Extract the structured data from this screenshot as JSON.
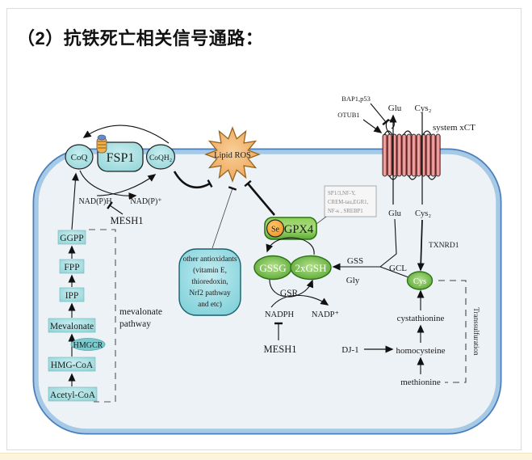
{
  "title": "（2）抗铁死亡相关信号通路：",
  "colors": {
    "membrane_band": "#a6c9e6",
    "membrane_edge": "#4a7fbe",
    "cell_fill": "#edf2f6",
    "teal_node": "#8fd2d5",
    "green_node": "#5aab33",
    "orange_se": "#f2992e",
    "star_orange": "#f3a95e",
    "transporter_red": "#e87070",
    "strip_cream": "#fcf4dd"
  },
  "membrane_system": {
    "coq": "CoQ",
    "fsp1": "FSP1",
    "coqh2": "CoQH₂",
    "lipid_ros": "Lipid ROS",
    "nadph": "NAD(P)H",
    "nadp_plus": "NAD(P)⁺",
    "mesh1": "MESH1"
  },
  "xct": {
    "bap1_p53": "BAP1,p53",
    "otub1": "OTUB1",
    "glu_out": "Glu",
    "cys2_out": "Cys₂",
    "system_xct": "system xCT",
    "glu_in": "Glu",
    "cys2_in": "Cys₂",
    "txnrd1": "TXNRD1"
  },
  "mevalonate": {
    "ggpp": "GGPP",
    "fpp": "FPP",
    "ipp": "IPP",
    "mevalonate": "Mevalonate",
    "hmgcr": "HMGCR",
    "hmg_coa": "HMG-CoA",
    "acetyl_coa": "Acetyl-CoA",
    "pathway_line1": "mevalonate",
    "pathway_line2": "pathway"
  },
  "antioxidants": {
    "lines": [
      "other antioxidants",
      "(vitamin E,",
      "thioredoxin,",
      "Nrf2 pathway",
      "and etc)"
    ]
  },
  "gpx4_system": {
    "se": "Se",
    "gpx4": "GPX4",
    "tf_box": [
      "SP1/3,NF-Y,",
      "CREM-tau,EGR1,",
      "NF-κ , SREBP1"
    ],
    "gssg": "GSSG",
    "gsh2x": "2xGSH",
    "gsr": "GSR",
    "nadph": "NADPH",
    "nadp_plus": "NADP⁺",
    "mesh1": "MESH1"
  },
  "gsh_synthesis": {
    "gss": "GSS",
    "gly": "Gly",
    "gcl": "GCL",
    "cys": "Cys"
  },
  "transsulfuration": {
    "label": "Transsulfuration",
    "cystathionine": "cystathionine",
    "homocysteine": "homocysteine",
    "methionine": "methionine",
    "dj1": "DJ-1"
  }
}
